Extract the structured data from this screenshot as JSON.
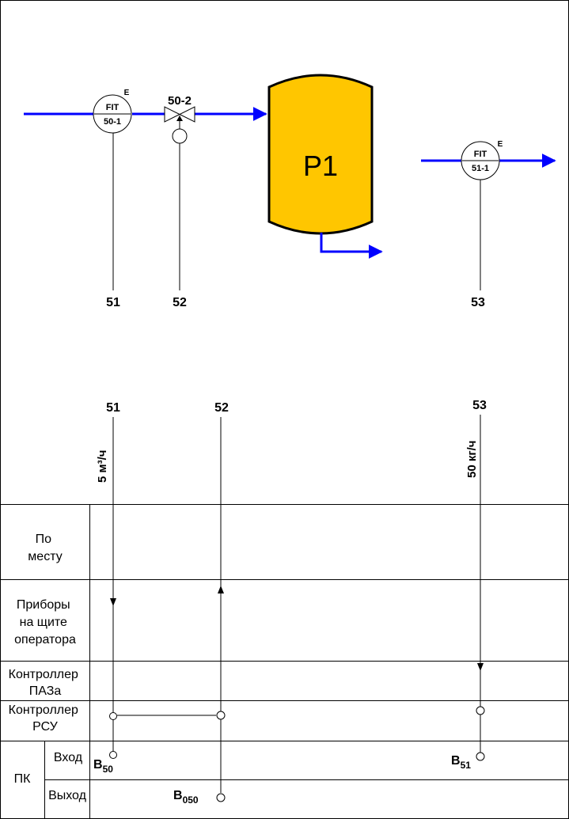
{
  "instruments": {
    "fit_50_1": {
      "code": "FIT",
      "number": "50-1",
      "mark": "E"
    },
    "valve_50_2": {
      "tag": "50-2"
    },
    "fit_51_1": {
      "code": "FIT",
      "number": "51-1",
      "mark": "E"
    }
  },
  "vessel": {
    "label": "P1",
    "fill": "#FFC600"
  },
  "colors": {
    "flow": "#0000FF",
    "line": "#000000"
  },
  "lines": {
    "top": [
      "51",
      "52",
      "53"
    ],
    "bottom": [
      "51",
      "52",
      "53"
    ]
  },
  "ranges": {
    "line51": "5 м³/ч",
    "line53": "50 кг/ч"
  },
  "rows": {
    "local": [
      "По",
      "месту"
    ],
    "panel": [
      "Приборы",
      "на щите",
      "оператора"
    ],
    "paz": [
      "Контроллер",
      "ПАЗа"
    ],
    "rsu": [
      "Контроллер",
      "РСУ"
    ],
    "pk": "ПК",
    "pk_in": "Вход",
    "pk_out": "Выход"
  },
  "io": {
    "in50": {
      "letter": "B",
      "sub": "50"
    },
    "in51": {
      "letter": "B",
      "sub": "51"
    },
    "out050": {
      "letter": "B",
      "sub": "050"
    }
  }
}
